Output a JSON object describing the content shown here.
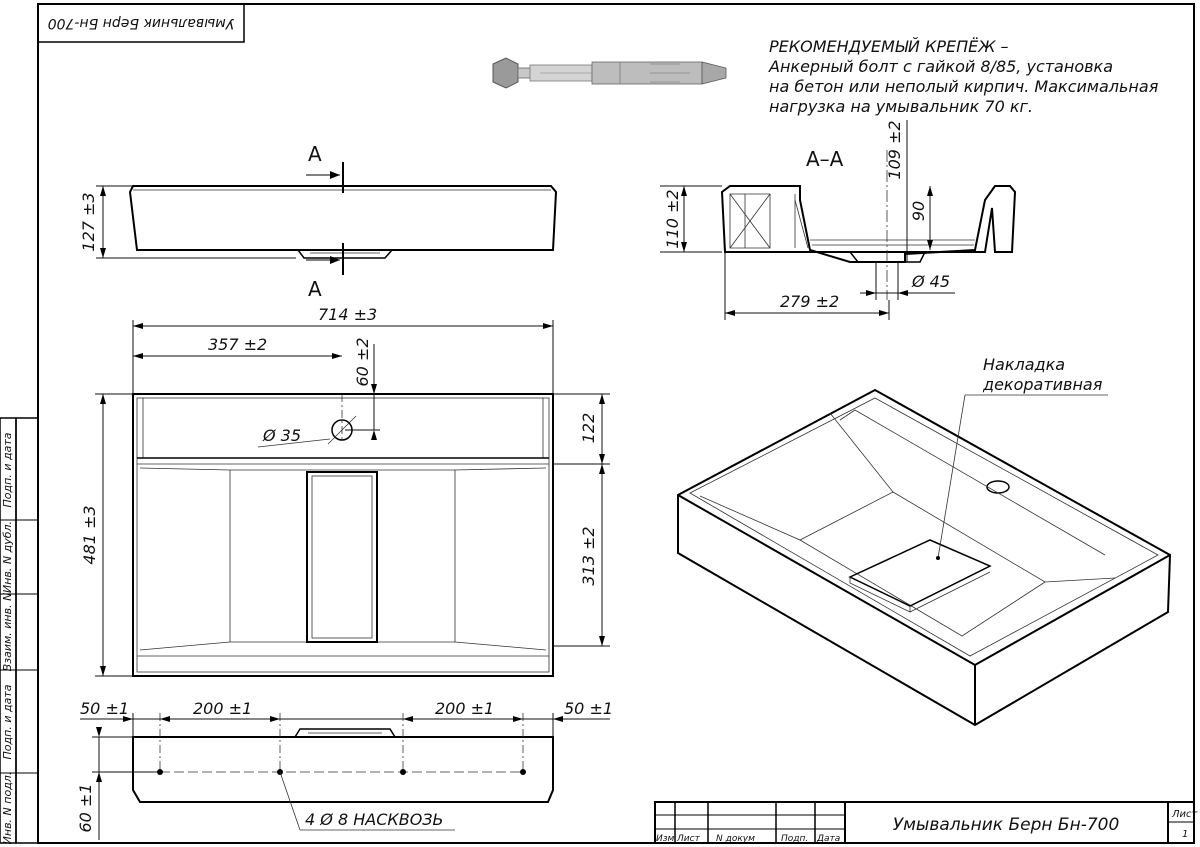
{
  "stamp_mirror": "Умывальник Берн Бн-700",
  "note": {
    "line1": "РЕКОМЕНДУЕМЫЙ КРЕПЁЖ –",
    "line2": "Анкерный болт с гайкой 8/85, установка",
    "line3": "на бетон или неполый кирпич. Максимальная",
    "line4": "нагрузка на умывальник 70 кг."
  },
  "section": {
    "label": "А",
    "label_bottom": "А",
    "title": "А–А"
  },
  "dimensions": {
    "height_front": "127 ±3",
    "section_depth": "110 ±2",
    "section_height": "109 ±2",
    "bowl_depth": "90",
    "drain_dia": "Ø 45",
    "drain_offset": "279 ±2",
    "width": "714 ±3",
    "half_width": "357 ±2",
    "hole_offset": "60 ±2",
    "hole_dia": "Ø 35",
    "depth_total": "481 ±3",
    "shelf": "122",
    "bowl_len": "313 ±2",
    "mount_50_left": "50 ±1",
    "mount_200_left": "200 ±1",
    "mount_200_right": "200 ±1",
    "mount_50_right": "50 ±1",
    "mount_height": "60 ±1",
    "holes_note": "4 Ø 8 НАСКВОЗЬ"
  },
  "callout": {
    "line1": "Накладка",
    "line2": "декоративная"
  },
  "side_stamp": [
    "Подп. и дата",
    "Инв. N дубл.",
    "Взаим. инв. N",
    "Подп. и дата",
    "Инв. N подл."
  ],
  "title_block": {
    "name": "Умывальник Берн Бн-700",
    "sheet_label": "Лист",
    "sheet_no": "1",
    "col_izm": "Изм",
    "col_list": "Лист",
    "col_doc": "N докум",
    "col_sign": "Подп.",
    "col_date": "Дата"
  }
}
